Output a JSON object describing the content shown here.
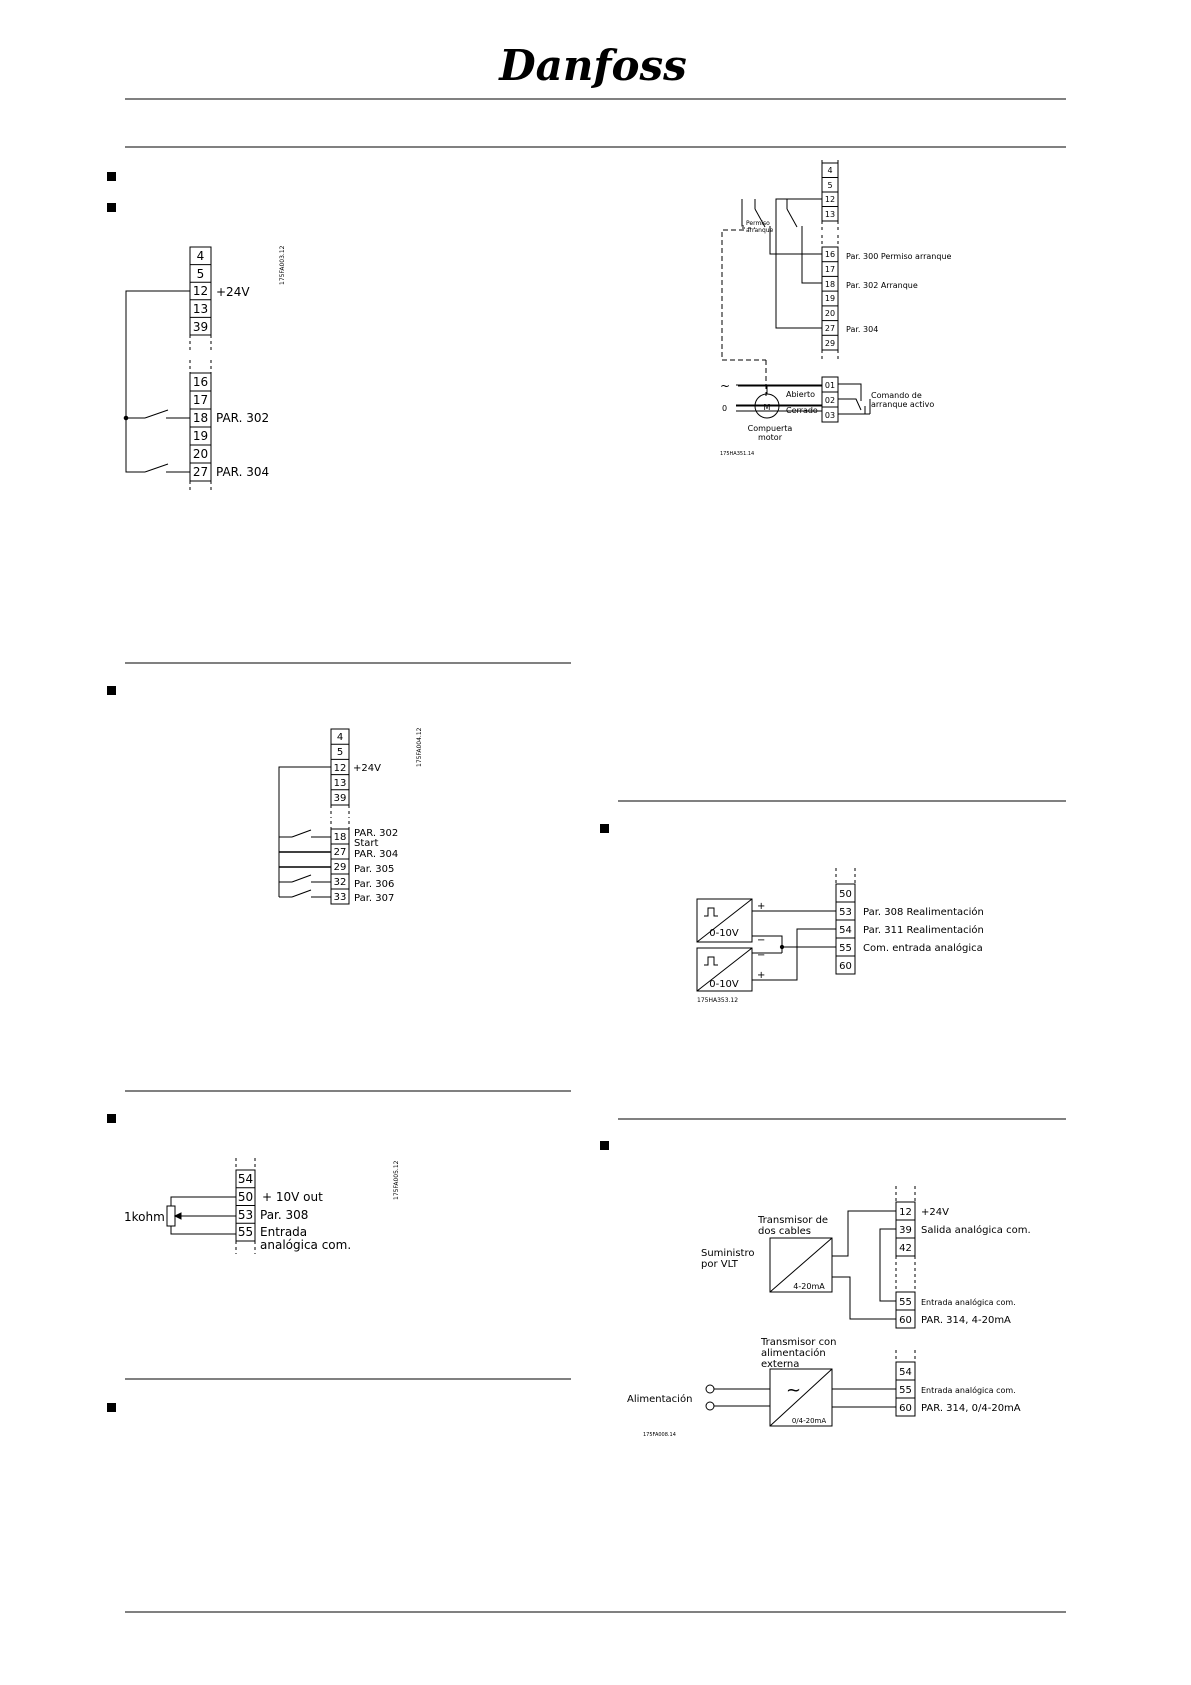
{
  "brand": "Danfoss",
  "diagrams": {
    "d1": {
      "terminals_a": [
        "4",
        "5",
        "12",
        "13",
        "39"
      ],
      "terminals_b": [
        "16",
        "17",
        "18",
        "19",
        "20",
        "27"
      ],
      "label_12": "+24V",
      "label_18": "PAR. 302",
      "label_27": "PAR. 304",
      "code": "175FA003.12"
    },
    "d2": {
      "terminals_a": [
        "4",
        "5",
        "12",
        "13",
        "39"
      ],
      "terminals_b": [
        "18",
        "27",
        "29",
        "32",
        "33"
      ],
      "label_12": "+24V",
      "label_18a": "PAR. 302",
      "label_18b": "Start",
      "label_27": "PAR. 304",
      "label_29": "Par. 305",
      "label_32": "Par. 306",
      "label_33": "Par. 307",
      "code": "175FA004.12"
    },
    "d3": {
      "terminals": [
        "54",
        "50",
        "53",
        "55"
      ],
      "pot_label": "1kohm",
      "label_50": "+ 10V out",
      "label_53": "Par. 308",
      "label_55a": "Entrada",
      "label_55b": "analógica com.",
      "code": "175FA005.12"
    },
    "d4": {
      "terminals_top": [
        "4",
        "5",
        "12",
        "13"
      ],
      "terminals_mid": [
        "16",
        "17",
        "18",
        "19",
        "20",
        "27",
        "29"
      ],
      "terminals_relay": [
        "01",
        "02",
        "03"
      ],
      "switch_label_a": "Permiso",
      "switch_label_b": "arranque",
      "label_16": "Par. 300 Permiso arranque",
      "label_18": "Par. 302 Arranque",
      "label_27": "Par. 304",
      "tilde": "~",
      "zero": "0",
      "motor_letter": "M",
      "abierto": "Abierto",
      "cerrado": "Cerrado",
      "motor_label_a": "Compuerta",
      "motor_label_b": "motor",
      "relay_label_a": "Comando de",
      "relay_label_b": "arranque activo",
      "code": "175HA351.14"
    },
    "d5": {
      "terminals": [
        "50",
        "53",
        "54",
        "55",
        "60"
      ],
      "label_53": "Par. 308 Realimentación",
      "label_54": "Par. 311 Realimentación",
      "label_55": "Com. entrada analógica",
      "box_label": "0-10V",
      "plus": "+",
      "minus": "−",
      "code": "175HA353.12"
    },
    "d6": {
      "terminals_top": [
        "12",
        "39",
        "42",
        "55",
        "60"
      ],
      "terminals_bottom": [
        "54",
        "55",
        "60"
      ],
      "label_12": "+24V",
      "label_39": "Salida analógica com.",
      "label_55": "Entrada analógica com.",
      "label_60": "PAR. 314, 4-20mA",
      "tx1_a": "Transmisor de",
      "tx1_b": "dos cables",
      "supply_a": "Suministro",
      "supply_b": "por VLT",
      "tx1_range": "4-20mA",
      "tx2_a": "Transmisor con",
      "tx2_b": "alimentación",
      "tx2_c": "externa",
      "tx2_range": "0/4-20mA",
      "power": "Alimentación",
      "label_55b": "Entrada analógica com.",
      "label_60b": "PAR. 314, 0/4-20mA",
      "tilde": "~",
      "code": "175FA008.14"
    }
  }
}
